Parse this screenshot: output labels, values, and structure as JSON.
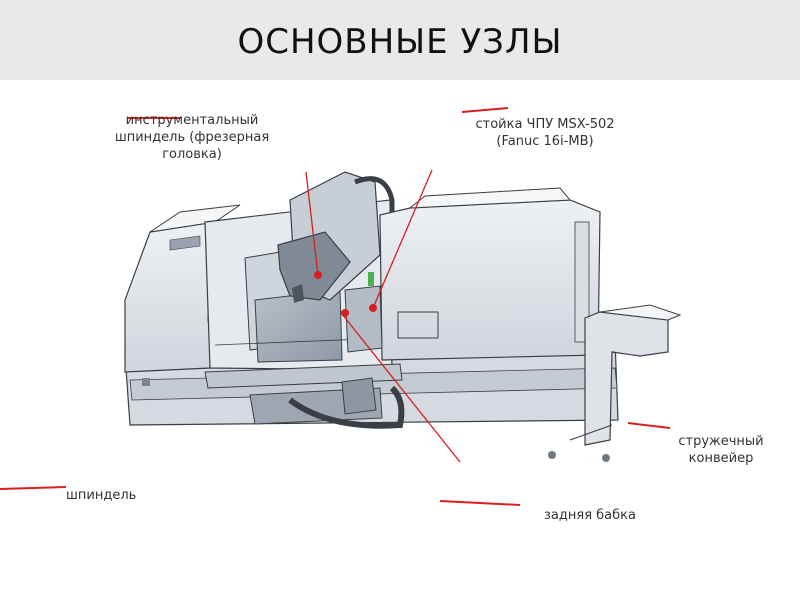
{
  "title": "ОСНОВНЫЕ УЗЛЫ",
  "labels": {
    "tool_spindle": [
      "инструментальный",
      "шпиндель (фрезерная",
      "головка)"
    ],
    "cnc_stand": [
      "стойка ЧПУ MSX-502",
      "(Fanuc 16i-MB)"
    ],
    "chip_conveyor": [
      "стружечный",
      "конвейер"
    ],
    "spindle": "шпиндель",
    "tailstock": "задняя бабка"
  },
  "colors": {
    "title_bar": "#e9e9e9",
    "leader": "#d81f1f",
    "machine_fill": "#dfe3e8",
    "machine_stroke": "#3a3f45"
  }
}
